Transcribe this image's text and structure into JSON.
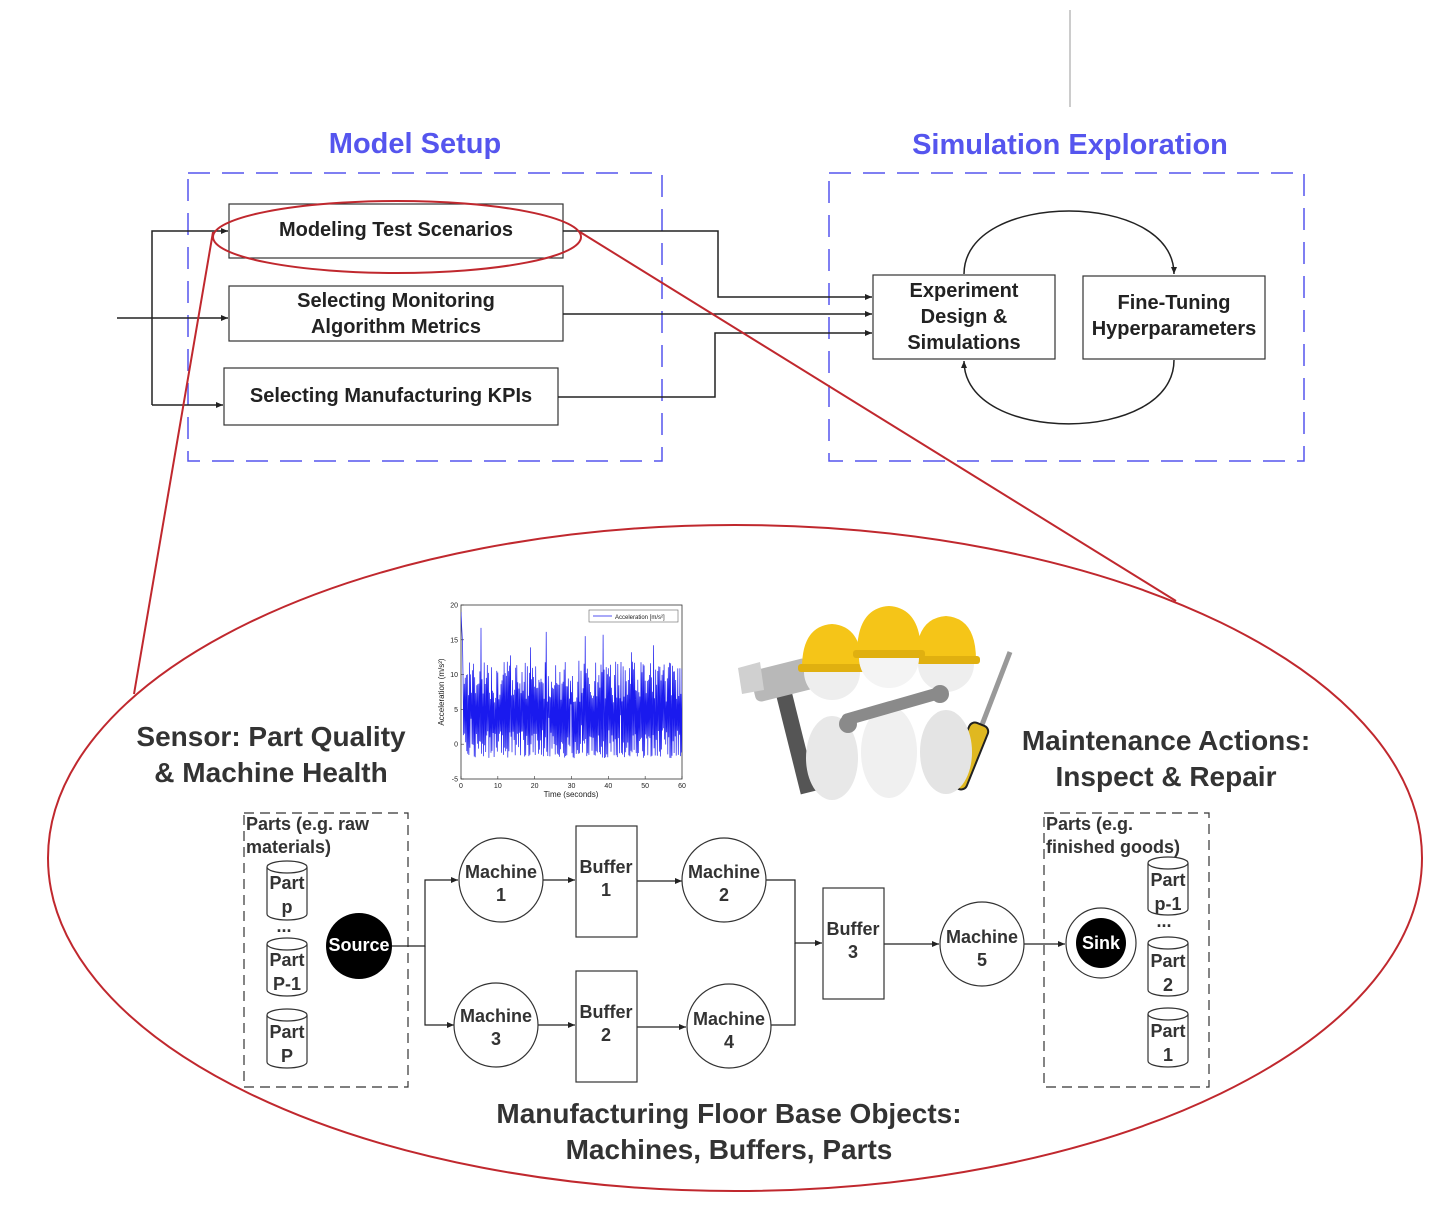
{
  "colors": {
    "section_title": "#5555ee",
    "dashed_frame": "#5555ee",
    "zoom_ellipse": "#c0282e",
    "signal": "#1a1aee",
    "helmet": "#f5c518"
  },
  "model_setup": {
    "title": "Model Setup",
    "box1": {
      "lines": [
        "Modeling Test Scenarios"
      ]
    },
    "box2": {
      "lines": [
        "Selecting Monitoring",
        "Algorithm Metrics"
      ]
    },
    "box3": {
      "lines": [
        "Selecting Manufacturing KPIs"
      ]
    }
  },
  "simulation_exploration": {
    "title": "Simulation Exploration",
    "experiment": {
      "lines": [
        "Experiment",
        "Design &",
        "Simulations"
      ]
    },
    "finetune": {
      "lines": [
        "Fine-Tuning",
        "Hyperparameters"
      ]
    }
  },
  "sensor_label": {
    "lines": [
      "Sensor:  Part Quality",
      "& Machine Health"
    ]
  },
  "maintenance_label": {
    "lines": [
      "Maintenance Actions:",
      "Inspect & Repair"
    ]
  },
  "floor_label": {
    "lines": [
      "Manufacturing Floor Base Objects:",
      "Machines, Buffers, Parts"
    ]
  },
  "workers_icon": "three-workers-with-tools-icon",
  "factory": {
    "input_group": {
      "label_lines": [
        "Parts (e.g. raw",
        "materials)"
      ],
      "parts": [
        {
          "lines": [
            "Part",
            "p"
          ]
        },
        {
          "lines": [
            "Part",
            "P-1"
          ]
        },
        {
          "lines": [
            "Part",
            "P"
          ]
        }
      ],
      "ellipsis": "..."
    },
    "source": "Source",
    "sink": "Sink",
    "machines": [
      {
        "lines": [
          "Machine",
          "1"
        ]
      },
      {
        "lines": [
          "Machine",
          "2"
        ]
      },
      {
        "lines": [
          "Machine",
          "3"
        ]
      },
      {
        "lines": [
          "Machine",
          "4"
        ]
      },
      {
        "lines": [
          "Machine",
          "5"
        ]
      }
    ],
    "buffers": [
      {
        "lines": [
          "Buffer",
          "1"
        ]
      },
      {
        "lines": [
          "Buffer",
          "2"
        ]
      },
      {
        "lines": [
          "Buffer",
          "3"
        ]
      }
    ],
    "output_group": {
      "label_lines": [
        "Parts (e.g.",
        "finished goods)"
      ],
      "parts": [
        {
          "lines": [
            "Part",
            "p-1"
          ]
        },
        {
          "lines": [
            "Part",
            "2"
          ]
        },
        {
          "lines": [
            "Part",
            "1"
          ]
        }
      ],
      "ellipsis": "..."
    }
  },
  "chart_data": {
    "type": "line",
    "title": "",
    "xlabel": "Time (seconds)",
    "ylabel": "Acceleration (m/s²)",
    "xlim": [
      0,
      60
    ],
    "ylim": [
      -5,
      20
    ],
    "xticks": [
      0,
      10,
      20,
      30,
      40,
      50,
      60
    ],
    "yticks": [
      -5,
      0,
      5,
      10,
      15,
      20
    ],
    "legend_position": "top-right",
    "series": [
      {
        "name": "Acceleration [m/s²]",
        "peak_at_start": 19
      }
    ]
  }
}
